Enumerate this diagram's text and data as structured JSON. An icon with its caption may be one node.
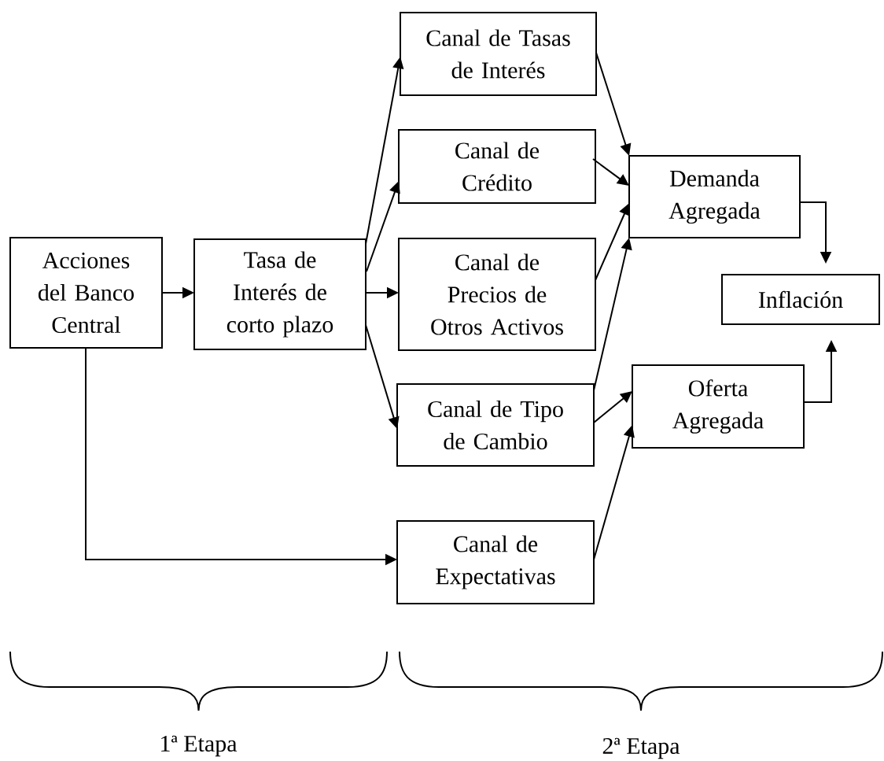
{
  "diagram": {
    "nodes": [
      {
        "text": [
          "Acciones del Banco Central"
        ]
      },
      {
        "text": [
          "Tasa de Interés de corto plazo"
        ]
      },
      {
        "text": [
          "Canal de Tasas de Interés"
        ]
      },
      {
        "text": [
          "Canal de Crédito"
        ]
      },
      {
        "text": [
          "Canal de Precios de Otros Activos"
        ]
      },
      {
        "text": [
          "Canal de Tipo de Cambio"
        ]
      },
      {
        "text": [
          "Canal de Expectativas"
        ]
      },
      {
        "text": [
          "Demanda Agregada"
        ]
      },
      {
        "text": [
          "Oferta Agregada"
        ]
      },
      {
        "text": [
          "Inflación"
        ]
      }
    ],
    "edges": [
      {
        "from": 0,
        "to": 1,
        "arrow": "to"
      },
      {
        "from": 0,
        "to": 6,
        "arrow": "to"
      },
      {
        "from": 1,
        "to": 2,
        "arrow": "to"
      },
      {
        "from": 1,
        "to": 3,
        "arrow": "to"
      },
      {
        "from": 1,
        "to": 4,
        "arrow": "to"
      },
      {
        "from": 1,
        "to": 5,
        "arrow": "to"
      },
      {
        "from": 2,
        "to": 7,
        "arrow": "to"
      },
      {
        "from": 3,
        "to": 7,
        "arrow": "to"
      },
      {
        "from": 4,
        "to": 7,
        "arrow": "to"
      },
      {
        "from": 5,
        "to": 7,
        "arrow": "to"
      },
      {
        "from": 5,
        "to": 8,
        "arrow": "to"
      },
      {
        "from": 6,
        "to": 8,
        "arrow": "to"
      },
      {
        "from": 7,
        "to": 9,
        "arrow": "to"
      },
      {
        "from": 8,
        "to": 9,
        "arrow": "to"
      }
    ],
    "labels": [
      "1ª Etapa",
      "2ª Etapa"
    ]
  }
}
